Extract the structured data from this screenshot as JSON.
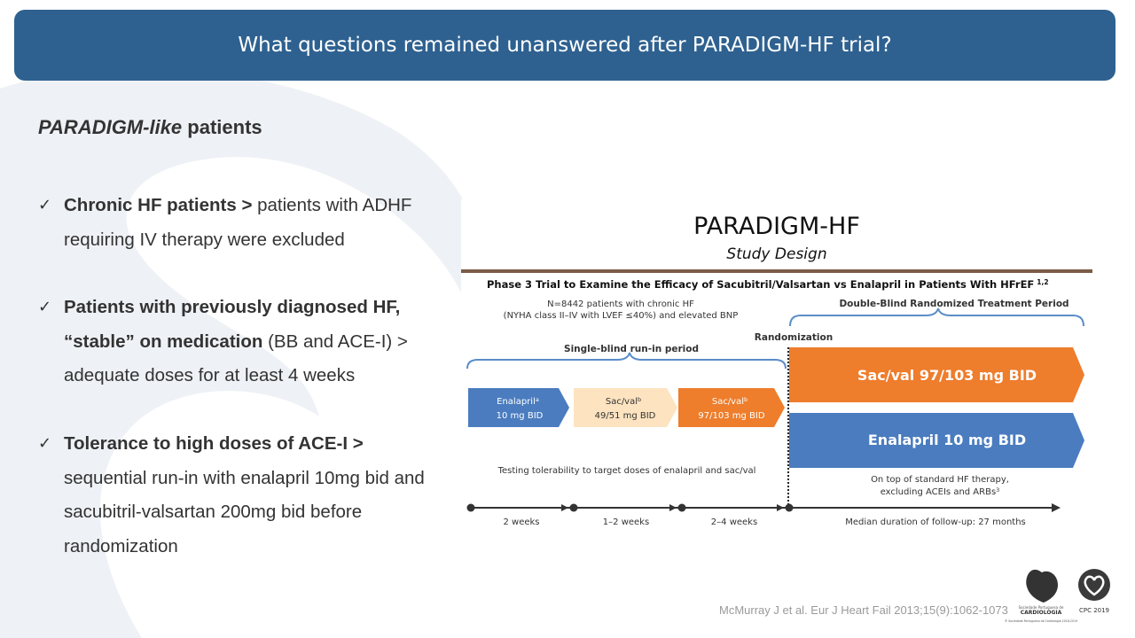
{
  "header": {
    "title": "What questions remained unanswered after PARADIGM-HF trial?"
  },
  "subtitle": {
    "italic": "PARADIGM-like",
    "rest": " patients"
  },
  "bullets": [
    {
      "bold": "Chronic HF patients >",
      "text": " patients with ADHF requiring IV therapy were excluded"
    },
    {
      "bold": "Patients with previously diagnosed HF, “stable” on medication",
      "text": " (BB and ACE-I) > adequate doses for at least 4 weeks"
    },
    {
      "bold": "Tolerance to high doses of ACE-I >",
      "text": " sequential run-in with enalapril 10mg bid and sacubitril-valsartan 200mg bid before randomization"
    }
  ],
  "diagram": {
    "title": "PARADIGM-HF",
    "subtitle": "Study Design",
    "heading": "Phase 3 Trial to Examine the Efficacy of Sacubitril/Valsartan vs Enalapril in Patients With HFrEF",
    "heading_sup": "1,2",
    "population_line1": "N=8442 patients with chronic HF",
    "population_line2": "(NYHA class II–IV with LVEF ≤40%) and elevated BNP",
    "double_blind_label": "Double-Blind Randomized Treatment Period",
    "randomization_label": "Randomization",
    "single_blind_label": "Single-blind run-in period",
    "step1_line1": "Enalapril",
    "step1_sup": "a",
    "step1_line2": "10 mg BID",
    "step2_line1": "Sac/val",
    "step2_sup": "b",
    "step2_line2": "49/51 mg BID",
    "step3_line1": "Sac/val",
    "step3_sup": "b",
    "step3_line2": "97/103 mg BID",
    "arm1": "Sac/val 97/103 mg BID",
    "arm2": "Enalapril 10 mg BID",
    "testing_note": "Testing tolerability to target doses of enalapril and sac/val",
    "background_line1": "On top of standard HF therapy,",
    "background_line2": "excluding ACEIs and ARBs",
    "background_sup": "3",
    "t1": "2 weeks",
    "t2": "1–2 weeks",
    "t3": "2–4 weeks",
    "t4": "Median duration of follow-up: 27 months",
    "colors": {
      "enalapril": "#4a7cbf",
      "sacval_light": "#fde3c0",
      "sacval": "#ee7d2c",
      "rule": "#7b5b45"
    }
  },
  "citation": "McMurray J et al. Eur J Heart Fail 2013;15(9):1062-1073",
  "logos": {
    "spc_line1": "Sociedade Portuguesa de",
    "spc_line2": "CARDIOLOGIA",
    "spc_line3": "® Sociedade Portuguesa de Cardiologia 2018-2019",
    "cpc": "CPC 2019"
  }
}
